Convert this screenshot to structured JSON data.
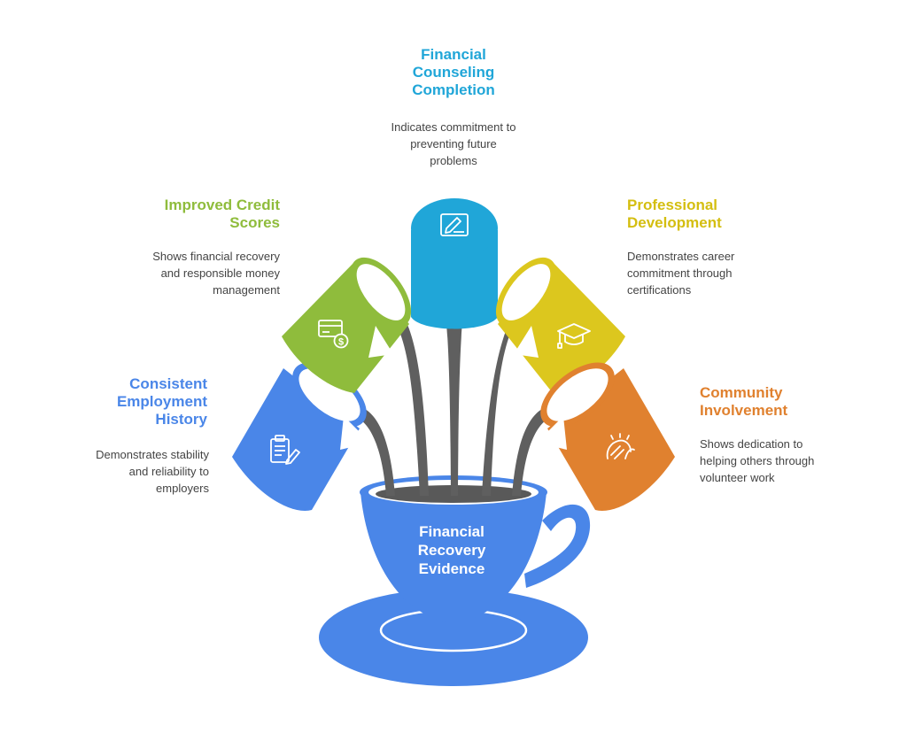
{
  "center": {
    "title": "Financial\nRecovery\nEvidence"
  },
  "items": [
    {
      "id": "consistent-employment",
      "title": "Consistent\nEmployment\nHistory",
      "description": "Demonstrates stability\nand reliability to\nemployers",
      "color": "#4a86e8",
      "icon": "clipboard-icon"
    },
    {
      "id": "improved-credit",
      "title": "Improved Credit\nScores",
      "description": "Shows financial recovery\nand responsible money\nmanagement",
      "color": "#8fbc3c",
      "icon": "credit-card-dollar-icon"
    },
    {
      "id": "financial-counseling",
      "title": "Financial\nCounseling\nCompletion",
      "description": "Indicates commitment to\npreventing future\nproblems",
      "color": "#20a6d8",
      "icon": "signed-document-icon"
    },
    {
      "id": "professional-development",
      "title": "Professional\nDevelopment",
      "description": "Demonstrates career\ncommitment through\ncertifications",
      "color": "#dcc71e",
      "icon": "graduation-cap-icon"
    },
    {
      "id": "community-involvement",
      "title": "Community\nInvolvement",
      "description": "Shows dedication to\nhelping others through\nvolunteer work",
      "color": "#e0812f",
      "icon": "helping-hands-icon"
    }
  ],
  "colors": {
    "cup": "#4a86e8",
    "stream": "#5f5f5f"
  }
}
